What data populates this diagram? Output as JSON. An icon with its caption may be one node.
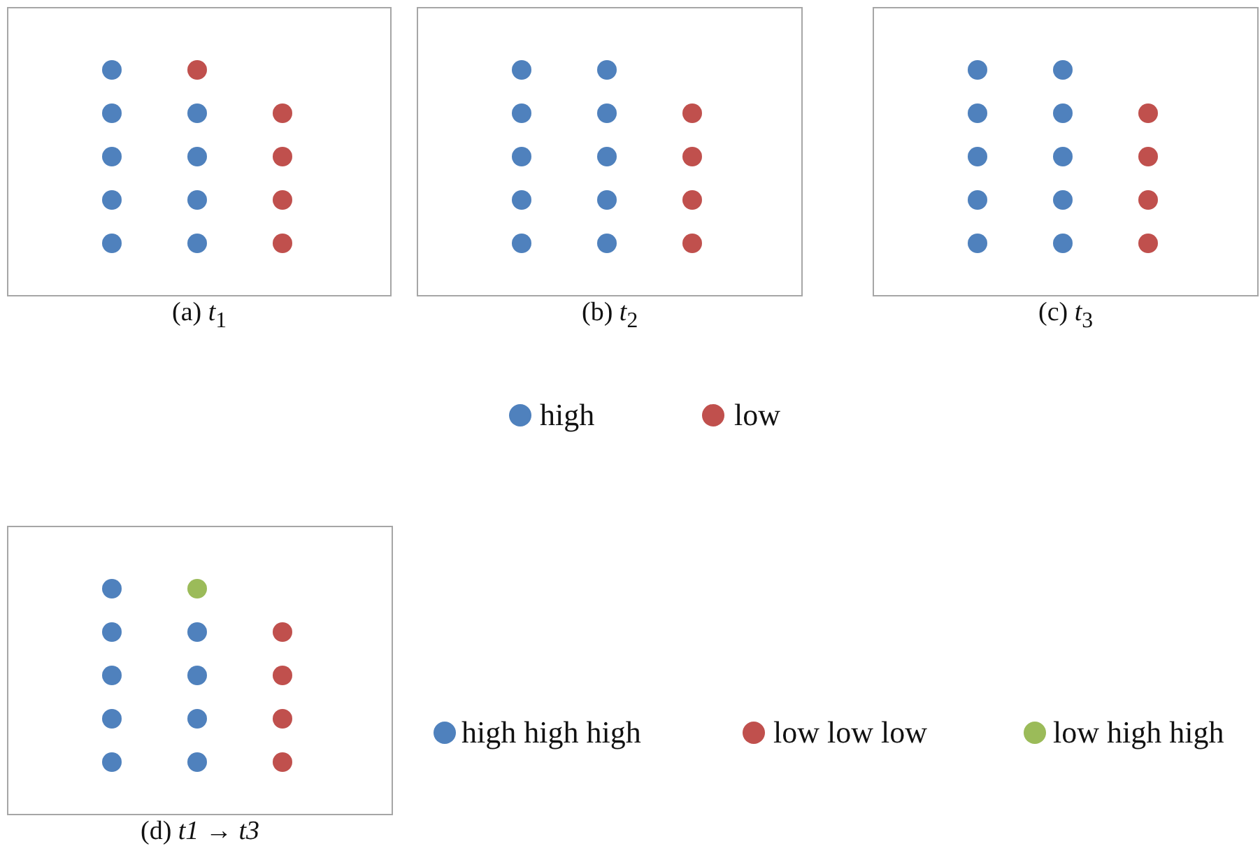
{
  "diagram": {
    "nodes": [
      {
        "text": [
          "(a) *t*$_{1}$"
        ]
      },
      {
        "text": [
          "(b) *t*$_{2}$"
        ]
      },
      {
        "text": [
          "(c) *t*$_{3}$"
        ]
      },
      {
        "text": [
          "(d) *t1* → *t3*"
        ]
      }
    ],
    "legend": [
      {
        "text": "high",
        "color": "#4f81bd"
      },
      {
        "text": "low",
        "color": "#c0504d"
      },
      {
        "text": "high high high",
        "color": "#4f81bd"
      },
      {
        "text": "low low low",
        "color": "#c0504d"
      },
      {
        "text": "low high high",
        "color": "#9bbb59"
      }
    ]
  }
}
